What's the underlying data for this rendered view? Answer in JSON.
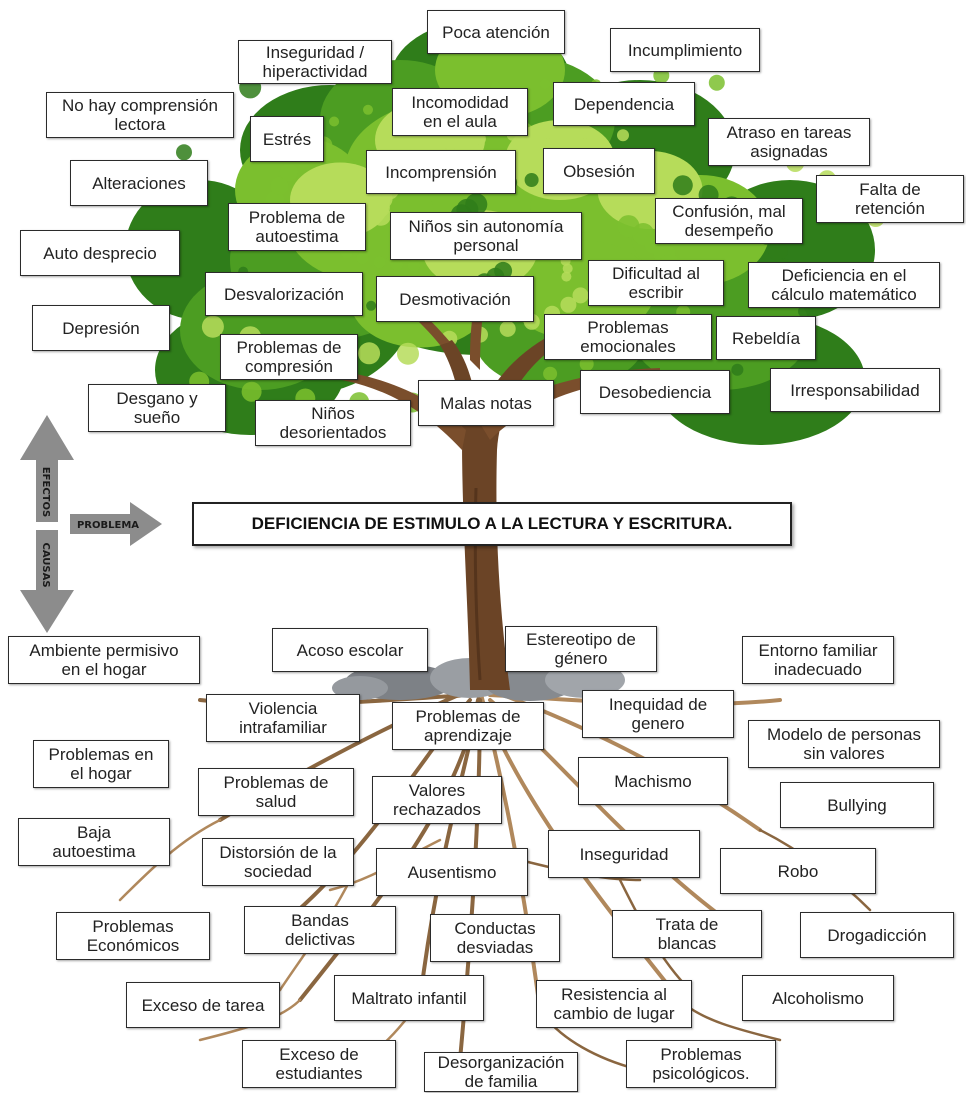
{
  "labels": {
    "efectos": "EFECTOS",
    "causas": "CAUSAS",
    "problema": "PROBLEMA",
    "problem_statement": "DEFICIENCIA DE ESTIMULO A LA LECTURA Y ESCRITURA."
  },
  "effects": [
    "Poca atención",
    "Inseguridad /\nhiperactividad",
    "Incumplimiento",
    "No hay comprensión\nlectora",
    "Incomodidad\nen el  aula",
    "Dependencia",
    "Estrés",
    "Atraso en tareas\nasignadas",
    "Incomprensión",
    "Obsesión",
    "Alteraciones",
    "Falta de\nretención",
    "Problema de\nautoestima",
    "Niños sin autonomía\npersonal",
    "Confusión, mal\ndesempeño",
    "Auto desprecio",
    "Dificultad al\nescribir",
    "Deficiencia en el\ncálculo matemático",
    "Desvalorización",
    "Desmotivación",
    "Depresión",
    "Problemas\nemocionales",
    "Rebeldía",
    "Problemas de\ncompresión",
    "Desgano y\nsueño",
    "Niños\ndesorientados",
    "Malas notas",
    "Desobediencia",
    "Irresponsabilidad"
  ],
  "causes": [
    "Ambiente permisivo\nen el hogar",
    "Acoso escolar",
    "Estereotipo de\ngénero",
    "Entorno familiar\ninadecuado",
    "Violencia\nintrafamiliar",
    "Problemas de\naprendizaje",
    "Inequidad de\ngenero",
    "Modelo de personas\nsin valores",
    "Problemas en\nel hogar",
    "Machismo",
    "Problemas de\nsalud",
    "Valores\nrechazados",
    "Bullying",
    "Baja\nautoestima",
    "Distorsión de la\nsociedad",
    "Inseguridad",
    "Ausentismo",
    "Robo",
    "Problemas\nEconómicos",
    "Bandas\ndelictivas",
    "Conductas\ndesviadas",
    "Trata de\nblancas",
    "Drogadicción",
    "Exceso de tarea",
    "Maltrato infantil",
    "Resistencia al\ncambio de lugar",
    "Alcoholismo",
    "Exceso de\nestudiantes",
    "Desorganización\nde  familia",
    "Problemas\npsicológicos."
  ],
  "colors": {
    "foliage_dark": "#2f7d1a",
    "foliage_mid": "#4c9d22",
    "foliage_light": "#7bbf2e",
    "foliage_highlight": "#b6dc5a",
    "trunk": "#6b4426",
    "root": "#b0885c",
    "root_dark": "#8a6640",
    "rock": "#8a8e93",
    "arrow_gray": "#8c8c8c"
  }
}
